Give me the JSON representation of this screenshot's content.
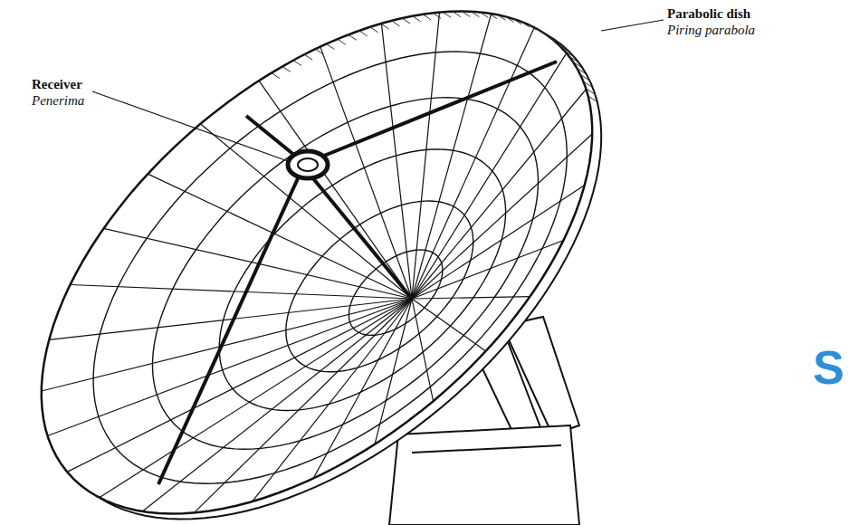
{
  "diagram": {
    "labels": [
      "Receiver",
      "Penerima",
      "Parabolic dish",
      "Piring parabola",
      "S"
    ]
  }
}
